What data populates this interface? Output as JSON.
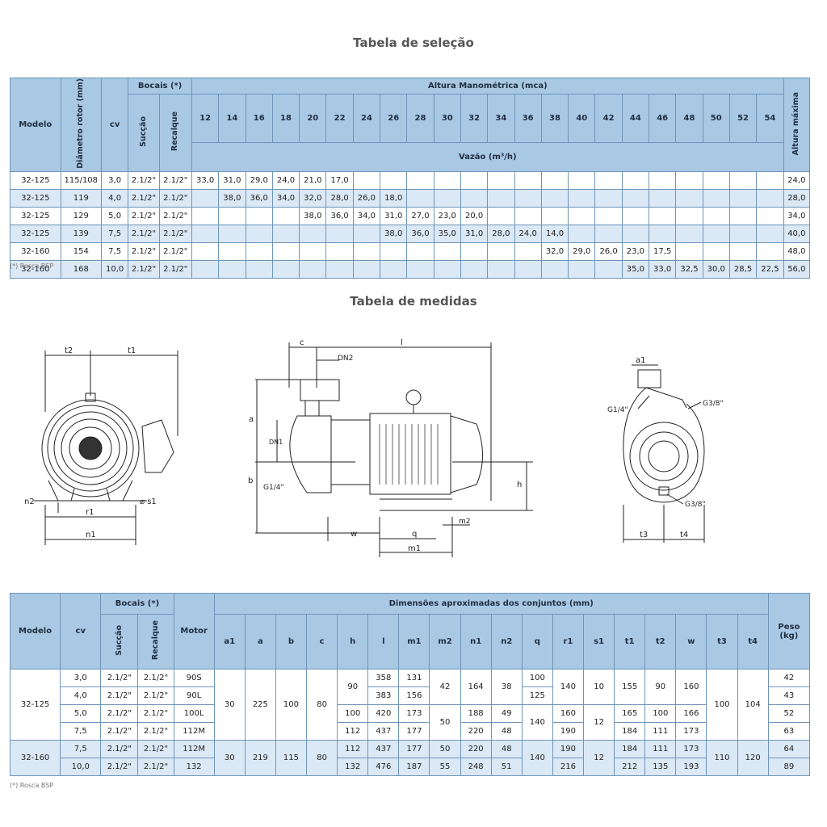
{
  "selection": {
    "title": "Tabela de seleção",
    "h_modelo": "Modelo",
    "h_diametro": "Diâmetro rotor (mm)",
    "h_cv": "cv",
    "h_bocais": "Bocais (*)",
    "h_succao": "Sucção",
    "h_recalque": "Recalque",
    "h_altura": "Altura Manométrica (mca)",
    "h_vazao": "Vazão (m³/h)",
    "h_altura_max": "Altura máxima",
    "heads": [
      "12",
      "14",
      "16",
      "18",
      "20",
      "22",
      "24",
      "26",
      "28",
      "30",
      "32",
      "34",
      "36",
      "38",
      "40",
      "42",
      "44",
      "46",
      "48",
      "50",
      "52",
      "54"
    ],
    "rows": [
      {
        "modelo": "32-125",
        "diam": "115/108",
        "cv": "3,0",
        "suc": "2.1/2\"",
        "rec": "2.1/2\"",
        "vals": [
          "33,0",
          "31,0",
          "29,0",
          "24,0",
          "21,0",
          "17,0",
          "",
          "",
          "",
          "",
          "",
          "",
          "",
          "",
          "",
          "",
          "",
          "",
          "",
          "",
          "",
          ""
        ],
        "max": "24,0"
      },
      {
        "modelo": "32-125",
        "diam": "119",
        "cv": "4,0",
        "suc": "2.1/2\"",
        "rec": "2.1/2\"",
        "vals": [
          "",
          "38,0",
          "36,0",
          "34,0",
          "32,0",
          "28,0",
          "26,0",
          "18,0",
          "",
          "",
          "",
          "",
          "",
          "",
          "",
          "",
          "",
          "",
          "",
          "",
          "",
          ""
        ],
        "max": "28,0"
      },
      {
        "modelo": "32-125",
        "diam": "129",
        "cv": "5,0",
        "suc": "2.1/2\"",
        "rec": "2.1/2\"",
        "vals": [
          "",
          "",
          "",
          "",
          "38,0",
          "36,0",
          "34,0",
          "31,0",
          "27,0",
          "23,0",
          "20,0",
          "",
          "",
          "",
          "",
          "",
          "",
          "",
          "",
          "",
          "",
          ""
        ],
        "max": "34,0"
      },
      {
        "modelo": "32-125",
        "diam": "139",
        "cv": "7,5",
        "suc": "2.1/2\"",
        "rec": "2.1/2\"",
        "vals": [
          "",
          "",
          "",
          "",
          "",
          "",
          "",
          "38,0",
          "36,0",
          "35,0",
          "31,0",
          "28,0",
          "24,0",
          "14,0",
          "",
          "",
          "",
          "",
          "",
          "",
          "",
          ""
        ],
        "max": "40,0"
      },
      {
        "modelo": "32-160",
        "diam": "154",
        "cv": "7,5",
        "suc": "2.1/2\"",
        "rec": "2.1/2\"",
        "vals": [
          "",
          "",
          "",
          "",
          "",
          "",
          "",
          "",
          "",
          "",
          "",
          "",
          "",
          "32,0",
          "29,0",
          "26,0",
          "23,0",
          "17,5",
          "",
          "",
          "",
          ""
        ],
        "max": "48,0"
      },
      {
        "modelo": "32-160",
        "diam": "168",
        "cv": "10,0",
        "suc": "2.1/2\"",
        "rec": "2.1/2\"",
        "vals": [
          "",
          "",
          "",
          "",
          "",
          "",
          "",
          "",
          "",
          "",
          "",
          "",
          "",
          "",
          "",
          "",
          "35,0",
          "33,0",
          "32,5",
          "30,0",
          "28,5",
          "22,5"
        ],
        "max": "56,0"
      }
    ],
    "note": "(*) Rosca BSP"
  },
  "drawings": {
    "title": "Tabela de medidas",
    "labels": {
      "t2": "t2",
      "t1": "t1",
      "n2": "n2",
      "s1": "s1",
      "r1": "r1",
      "n1": "n1",
      "c": "c",
      "l": "l",
      "dn2": "DN2",
      "a": "a",
      "dn1": "DN1",
      "b": "b",
      "g14": "G1/4\"",
      "h": "h",
      "m2": "m2",
      "w": "w",
      "q": "q",
      "m1": "m1",
      "a1": "a1",
      "g14b": "G1/4\"",
      "g38a": "G3/8\"",
      "g38b": "G3/8\"",
      "t3": "t3",
      "t4": "t4"
    }
  },
  "dimensions": {
    "h_modelo": "Modelo",
    "h_cv": "cv",
    "h_bocais": "Bocais (*)",
    "h_succao": "Sucção",
    "h_recalque": "Recalque",
    "h_motor": "Motor",
    "h_dim": "Dimensões aproximadas dos conjuntos (mm)",
    "h_peso": "Peso (kg)",
    "cols": [
      "a1",
      "a",
      "b",
      "c",
      "h",
      "l",
      "m1",
      "m2",
      "n1",
      "n2",
      "q",
      "r1",
      "s1",
      "t1",
      "t2",
      "w",
      "t3",
      "t4"
    ],
    "g1": {
      "modelo": "32-125",
      "a1": "30",
      "a": "225",
      "b": "100",
      "c": "80",
      "t3": "100",
      "t4": "104",
      "rows": [
        {
          "cv": "3,0",
          "suc": "2.1/2\"",
          "rec": "2.1/2\"",
          "motor": "90S",
          "l": "358",
          "m1": "131",
          "peso": "42"
        },
        {
          "cv": "4,0",
          "suc": "2.1/2\"",
          "rec": "2.1/2\"",
          "motor": "90L",
          "l": "383",
          "m1": "156",
          "peso": "43"
        },
        {
          "cv": "5,0",
          "suc": "2.1/2\"",
          "rec": "2.1/2\"",
          "motor": "100L",
          "h": "100",
          "l": "420",
          "m1": "173",
          "n1": "188",
          "n2": "49",
          "r1": "160",
          "t1": "165",
          "t2": "100",
          "w": "166",
          "peso": "52"
        },
        {
          "cv": "7,5",
          "suc": "2.1/2\"",
          "rec": "2.1/2\"",
          "motor": "112M",
          "h": "112",
          "l": "437",
          "m1": "177",
          "n1": "220",
          "n2": "48",
          "r1": "190",
          "t1": "184",
          "t2": "111",
          "w": "173",
          "peso": "63"
        }
      ],
      "h12": "90",
      "m2_12": "42",
      "n1_12": "164",
      "n2_12": "38",
      "q1": "100",
      "q2": "125",
      "q34": "140",
      "r1_12": "140",
      "s1_12": "10",
      "t1_12": "155",
      "t2_12": "90",
      "w_12": "160",
      "m2_34": "50",
      "s1_34": "12"
    },
    "g2": {
      "modelo": "32-160",
      "a1": "30",
      "a": "219",
      "b": "115",
      "c": "80",
      "q": "140",
      "s1": "12",
      "t3": "110",
      "t4": "120",
      "rows": [
        {
          "cv": "7,5",
          "suc": "2.1/2\"",
          "rec": "2.1/2\"",
          "motor": "112M",
          "h": "112",
          "l": "437",
          "m1": "177",
          "m2": "50",
          "n1": "220",
          "n2": "48",
          "r1": "190",
          "t1": "184",
          "t2": "111",
          "w": "173",
          "peso": "64"
        },
        {
          "cv": "10,0",
          "suc": "2.1/2\"",
          "rec": "2.1/2\"",
          "motor": "132",
          "h": "132",
          "l": "476",
          "m1": "187",
          "m2": "55",
          "n1": "248",
          "n2": "51",
          "r1": "216",
          "t1": "212",
          "t2": "135",
          "w": "193",
          "peso": "89"
        }
      ]
    },
    "note": "(*) Rosca BSP"
  }
}
